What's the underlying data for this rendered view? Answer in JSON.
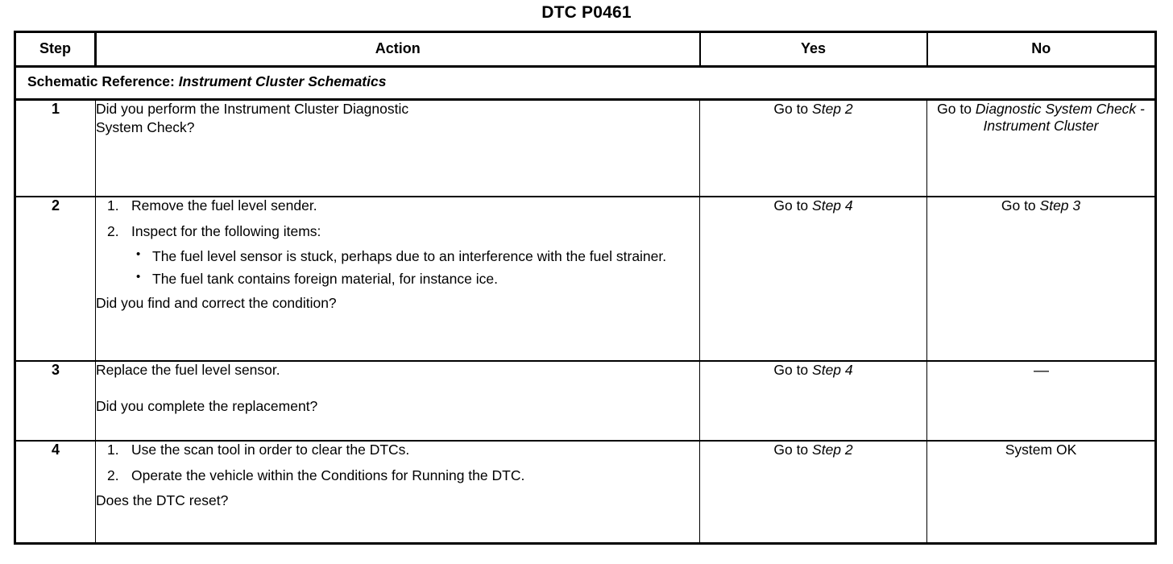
{
  "document": {
    "title": "DTC P0461"
  },
  "table": {
    "headers": {
      "step": "Step",
      "action": "Action",
      "yes": "Yes",
      "no": "No"
    },
    "schematic_reference": {
      "label": "Schematic Reference:",
      "value": "Instrument Cluster Schematics"
    },
    "rows": [
      {
        "step": "1",
        "action": {
          "lead_lines": [
            "Did you perform the Instrument Cluster Diagnostic",
            "System Check?"
          ]
        },
        "yes": {
          "prefix": "Go to ",
          "italic": "Step 2"
        },
        "no": {
          "prefix": "Go to ",
          "italic": "Diagnostic System Check - Instrument Cluster"
        }
      },
      {
        "step": "2",
        "action": {
          "items": [
            "Remove the fuel level sender.",
            "Inspect for the following items:"
          ],
          "bullets": [
            "The fuel level sensor is stuck, perhaps due to an interference with the fuel strainer.",
            "The fuel tank contains foreign material, for instance ice."
          ],
          "tail": "Did you find and correct the condition?"
        },
        "yes": {
          "prefix": "Go to ",
          "italic": "Step 4"
        },
        "no": {
          "prefix": "Go to ",
          "italic": "Step 3"
        }
      },
      {
        "step": "3",
        "action": {
          "lead": "Replace the fuel level sensor.",
          "tail": "Did you complete the replacement?"
        },
        "yes": {
          "prefix": "Go to ",
          "italic": "Step 4"
        },
        "no": {
          "prefix": "—",
          "italic": ""
        }
      },
      {
        "step": "4",
        "action": {
          "items": [
            "Use the scan tool in order to clear the DTCs.",
            "Operate the vehicle within the Conditions for Running the DTC."
          ],
          "tail": "Does the DTC reset?"
        },
        "yes": {
          "prefix": "Go to ",
          "italic": "Step 2"
        },
        "no": {
          "prefix": "System OK",
          "italic": ""
        }
      }
    ]
  }
}
